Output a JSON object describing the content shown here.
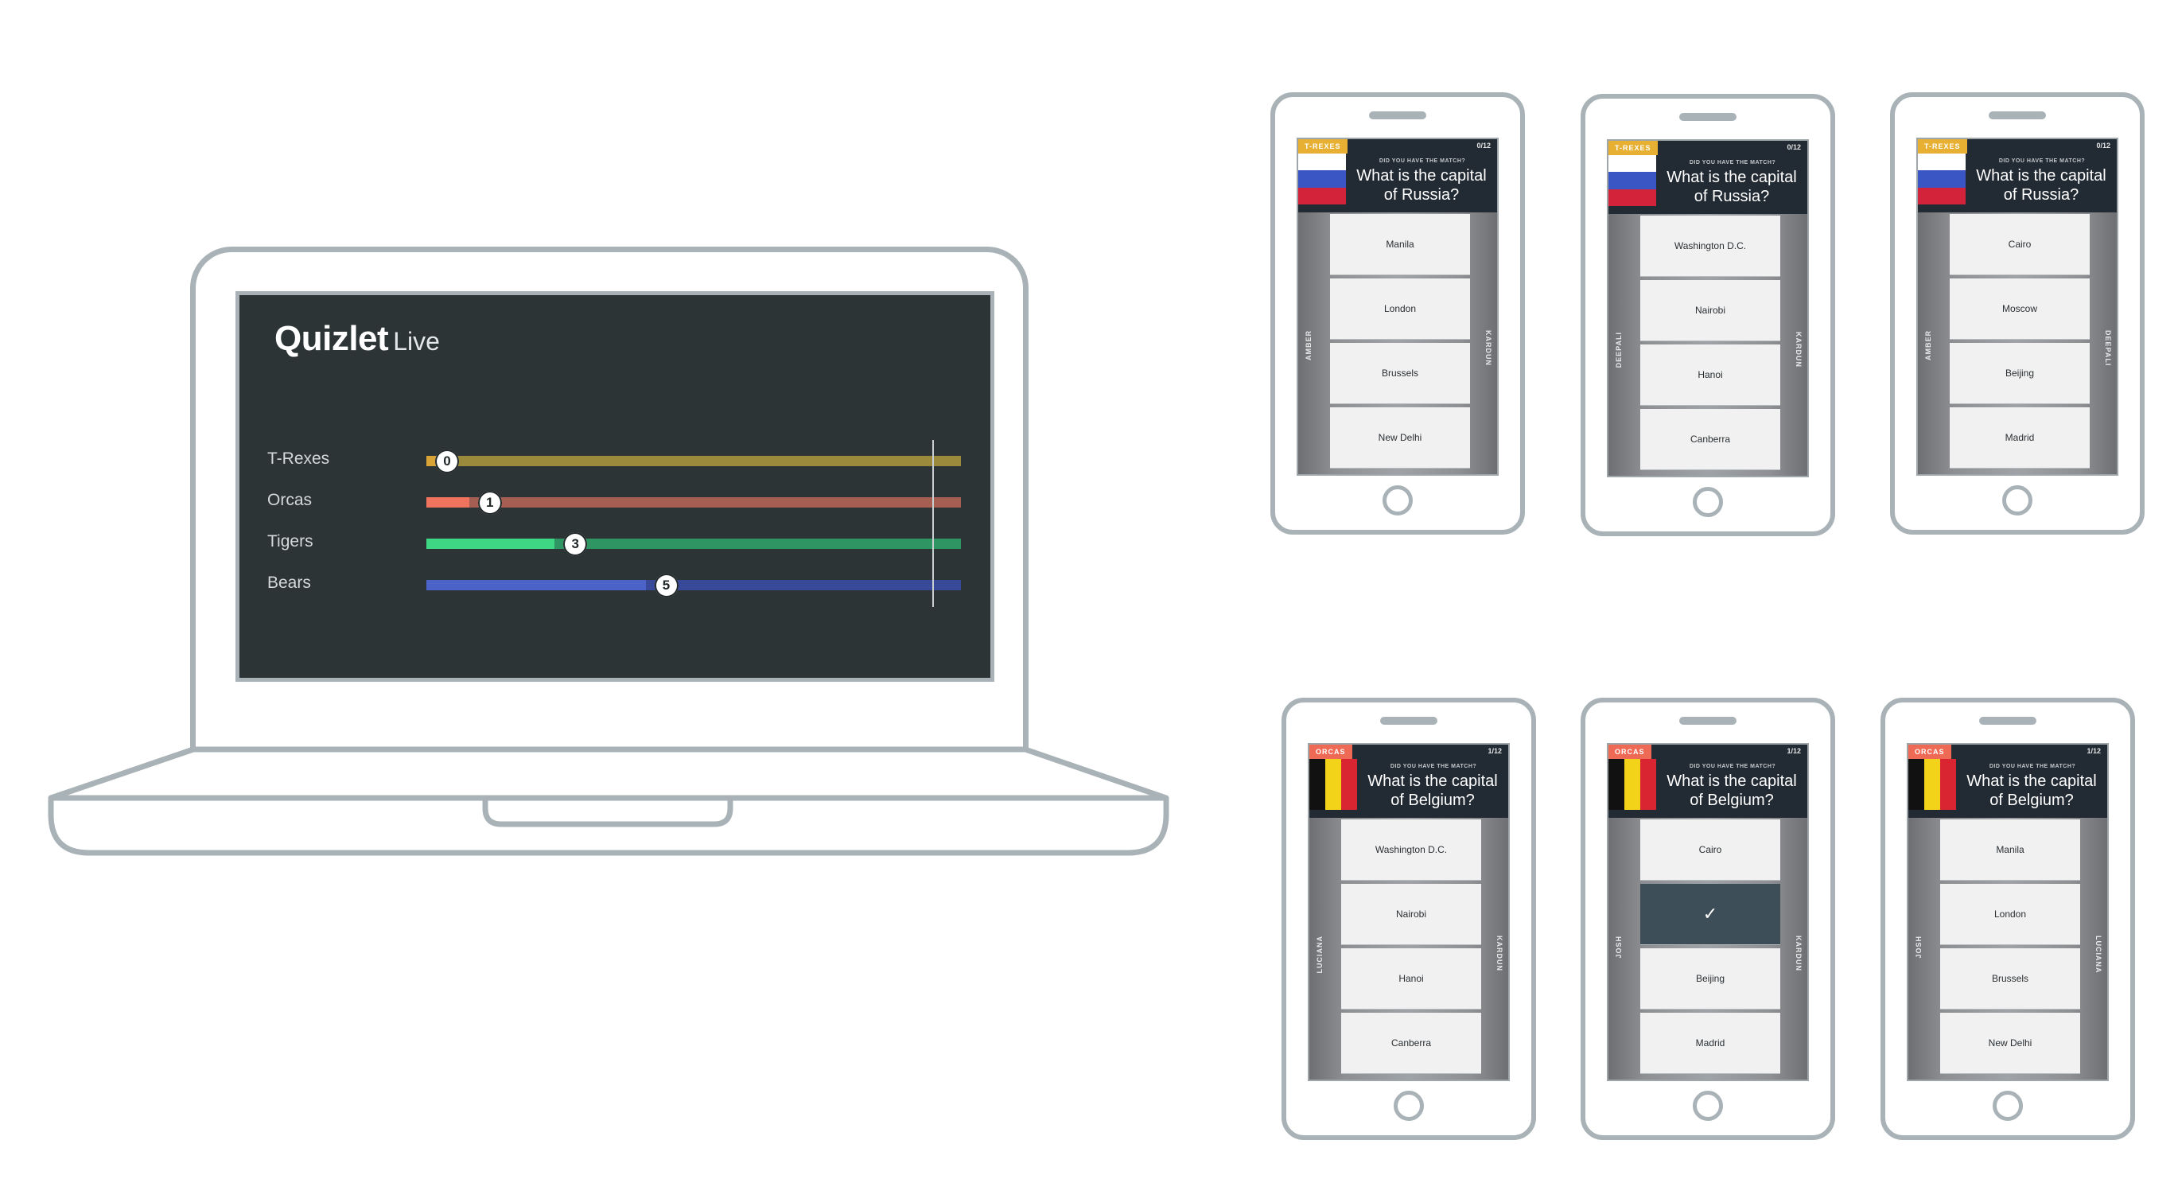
{
  "colors": {
    "device_outline": "#a9b3b7",
    "screen_bg": "#2c3435",
    "team_trexes": "#c89a3a",
    "team_orcas": "#e06a55",
    "team_tigers": "#3fcf7f",
    "team_bears": "#4a62c4"
  },
  "laptop": {
    "brand_name": "Quizlet",
    "brand_sub": "Live",
    "teams": [
      {
        "name": "T-Rexes",
        "score": "0",
        "progress": 0.0,
        "color": "#d9a437",
        "track": "#9c8a3c"
      },
      {
        "name": "Orcas",
        "score": "1",
        "progress": 0.08,
        "color": "#f0735d",
        "track": "#a65d52"
      },
      {
        "name": "Tigers",
        "score": "3",
        "progress": 0.24,
        "color": "#3ed783",
        "track": "#2f9563"
      },
      {
        "name": "Bears",
        "score": "5",
        "progress": 0.41,
        "color": "#4b63c9",
        "track": "#39499a"
      }
    ]
  },
  "phones": [
    {
      "team": "T-REXES",
      "team_color": "#e7b033",
      "progress": "0/12",
      "flag": "ru",
      "prompt": "DID YOU HAVE THE MATCH?",
      "question": "What is the capital of Russia?",
      "player_left": "AMBER",
      "player_right": "KARDUN",
      "answers": [
        "Manila",
        "London",
        "Brussels",
        "New Delhi"
      ],
      "correct_index": -1
    },
    {
      "team": "T-REXES",
      "team_color": "#e7b033",
      "progress": "0/12",
      "flag": "ru",
      "prompt": "DID YOU HAVE THE MATCH?",
      "question": "What is the capital of Russia?",
      "player_left": "DEEPALI",
      "player_right": "KARDUN",
      "answers": [
        "Washington D.C.",
        "Nairobi",
        "Hanoi",
        "Canberra"
      ],
      "correct_index": -1
    },
    {
      "team": "T-REXES",
      "team_color": "#e7b033",
      "progress": "0/12",
      "flag": "ru",
      "prompt": "DID YOU HAVE THE MATCH?",
      "question": "What is the capital of Russia?",
      "player_left": "AMBER",
      "player_right": "DEEPALI",
      "answers": [
        "Cairo",
        "Moscow",
        "Beijing",
        "Madrid"
      ],
      "correct_index": -1
    },
    {
      "team": "ORCAS",
      "team_color": "#ef6a55",
      "progress": "1/12",
      "flag": "be",
      "prompt": "DID YOU HAVE THE MATCH?",
      "question": "What is the capital of Belgium?",
      "player_left": "LUCIANA",
      "player_right": "KARDUN",
      "answers": [
        "Washington D.C.",
        "Nairobi",
        "Hanoi",
        "Canberra"
      ],
      "correct_index": -1
    },
    {
      "team": "ORCAS",
      "team_color": "#ef6a55",
      "progress": "1/12",
      "flag": "be",
      "prompt": "DID YOU HAVE THE MATCH?",
      "question": "What is the capital of Belgium?",
      "player_left": "JOSH",
      "player_right": "KARDUN",
      "answers": [
        "Cairo",
        "✓",
        "Beijing",
        "Madrid"
      ],
      "correct_index": 1
    },
    {
      "team": "ORCAS",
      "team_color": "#ef6a55",
      "progress": "1/12",
      "flag": "be",
      "prompt": "DID YOU HAVE THE MATCH?",
      "question": "What is the capital of Belgium?",
      "player_left": "JOSH",
      "player_right": "LUCIANA",
      "answers": [
        "Manila",
        "London",
        "Brussels",
        "New Delhi"
      ],
      "correct_index": -1
    }
  ]
}
